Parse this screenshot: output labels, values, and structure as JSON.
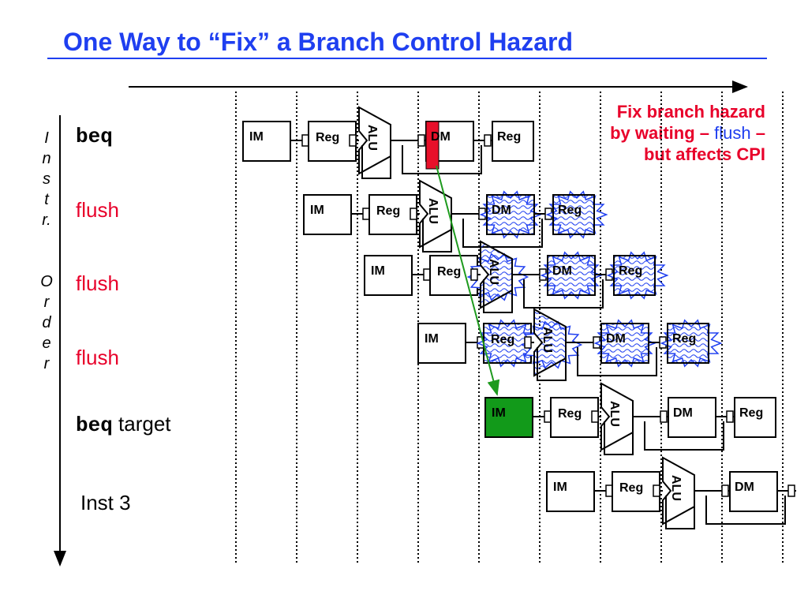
{
  "title": "One Way to “Fix” a Branch Control Hazard",
  "axis_label_letters": [
    "I",
    "n",
    "s",
    "t",
    "r.",
    "O",
    "r",
    "d",
    "e",
    "r"
  ],
  "instructions": [
    {
      "mono": "beq",
      "text": ""
    },
    {
      "mono": "",
      "text": "flush"
    },
    {
      "mono": "",
      "text": "flush"
    },
    {
      "mono": "",
      "text": "flush"
    },
    {
      "mono": "beq",
      "text": "target"
    },
    {
      "mono": "",
      "text": "Inst 3"
    }
  ],
  "stage_labels": {
    "im": "IM",
    "reg": "Reg",
    "alu": "ALU",
    "dm": "DM"
  },
  "note": {
    "part1": "Fix branch hazard by waiting –",
    "part2": "flush",
    "part3": "– but affects CPI"
  },
  "colors": {
    "title": "#1f3ff0",
    "flush_text": "#e8002a",
    "branch_resolve": "#e8102a",
    "target_fetch": "#129a1a",
    "arrow": "#1e9a1e",
    "bubble": "#1f3ff0"
  }
}
